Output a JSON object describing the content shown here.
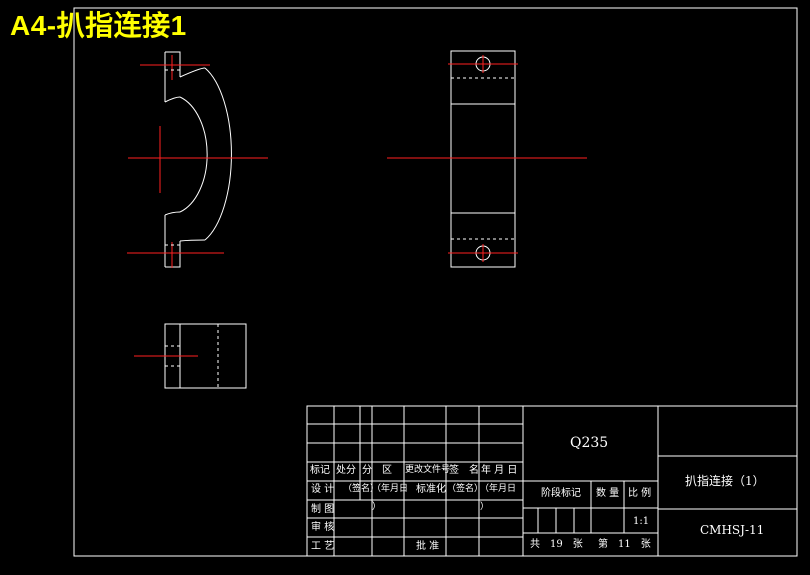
{
  "header": {
    "title": "A4-扒指连接1"
  },
  "title_block": {
    "material": "Q235",
    "part_name": "扒指连接（1）",
    "drawing_number": "CMHSJ-11",
    "scale": "1:1",
    "row_labels": {
      "mark": "标记",
      "count": "处分",
      "zone": "分　区",
      "change_doc": "更改文件号",
      "signature": "签　名",
      "date": "年 月 日",
      "design": "设 计",
      "sign1": "（签名）",
      "date1": "（年月日",
      "standardize": "标准化",
      "sign2": "（签名）",
      "date2": "（年月日",
      "paren1": "）",
      "paren2": "）",
      "drafting": "制 图",
      "review": "审 核",
      "process": "工 艺",
      "approve": "批 准",
      "stage_mark": "阶段标记",
      "weight": "数 量",
      "ratio": "比 例",
      "total": "共　19　张",
      "sheet": "第　11　张"
    }
  }
}
